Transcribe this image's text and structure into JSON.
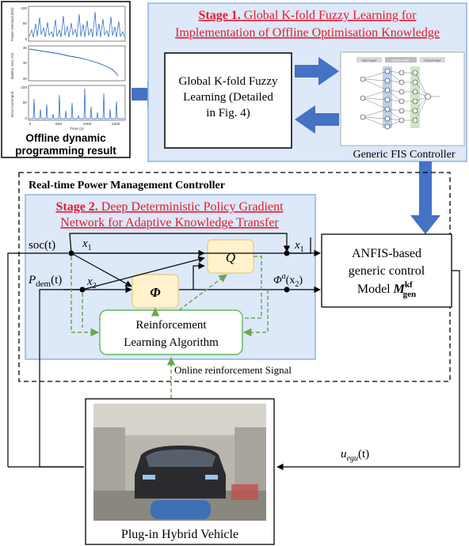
{
  "colors": {
    "stage_red": "#e6192e",
    "stage_fill": "#dde8f8",
    "stage_border": "#8fb3ea",
    "arrow_blue": "#4472c4",
    "node_fill": "#fff2cc",
    "node_border": "#e8c97a",
    "rl_border": "#5cb85c",
    "dashed_green": "#6aa84f"
  },
  "offline": {
    "label_line1": "Offline dynamic",
    "label_line2": "programming result",
    "plot_ylabels": [
      "Power Demand (kW)",
      "Battery SoC (%)",
      "EGU Command"
    ],
    "plot_xticks": [
      "0",
      "500",
      "1000",
      "1500"
    ],
    "plot_xlabel": "Time (s)",
    "plot_yticks_top": [
      "100",
      "50",
      "0"
    ],
    "plot_yticks_mid": [
      "40",
      "30",
      "20"
    ],
    "plot_yticks_bot": [
      "100",
      "50",
      "0"
    ]
  },
  "stage1": {
    "title_bold": "Stage 1.",
    "title_rest": " Global K-fold Fuzzy Learning for",
    "title_line2": "Implementation of Offline Optimisation Knowledge",
    "box_line1": "Global K-fold Fuzzy",
    "box_line2": "Learning (Detailed",
    "box_line3": "in Fig. 4)",
    "fis_label": "Generic FIS Controller",
    "fis_layers": [
      "Input layer",
      "Hidden layer",
      "Output layer"
    ]
  },
  "rt": {
    "title": "Real-time Power Management Controller",
    "online_signal": "Online reinforcement Signal"
  },
  "stage2": {
    "title_bold": "Stage 2.",
    "title_rest": " Deep Deterministic Policy Gradient",
    "title_line2": "Network for Adaptive Knowledge Transfer",
    "q_label": "Q",
    "phi_label": "Φ",
    "rl_line1": "Reinforcement",
    "rl_line2": "Learning Algorithm"
  },
  "signals": {
    "soc": "soc(t)",
    "pdem": "P",
    "pdem_sub": "dem",
    "pdem_t": "(t)",
    "x1": "x",
    "x1_sub": "1",
    "x2_sub": "2",
    "phi_a": "Φ",
    "phi_a_sup": "a",
    "phi_a_arg": "(x",
    "phi_a_arg_end": ")",
    "u": "u",
    "u_sub": "egu",
    "u_t": "(t)"
  },
  "anfis": {
    "line1": "ANFIS-based",
    "line2": "generic control",
    "line3": "Model ",
    "model_sym": "M",
    "model_sup": "kf",
    "model_sub": "gen"
  },
  "vehicle": {
    "label": "Plug-in Hybrid Vehicle"
  }
}
